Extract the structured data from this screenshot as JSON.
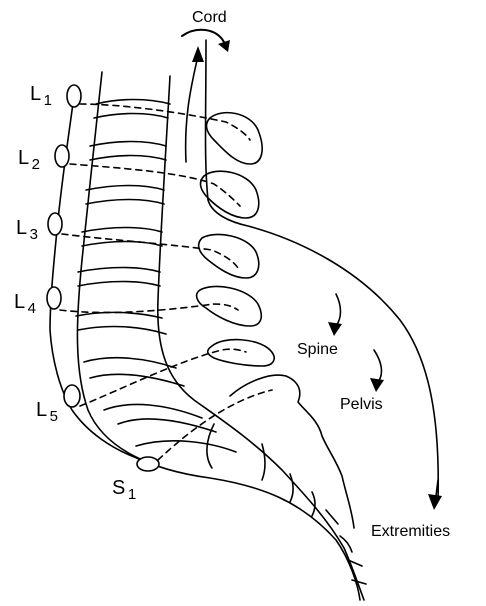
{
  "labels": {
    "cord": "Cord",
    "spine": "Spine",
    "pelvis": "Pelvis",
    "extremities": "Extremities"
  },
  "levels": [
    {
      "letter": "L",
      "number": "1"
    },
    {
      "letter": "L",
      "number": "2"
    },
    {
      "letter": "L",
      "number": "3"
    },
    {
      "letter": "L",
      "number": "4"
    },
    {
      "letter": "L",
      "number": "5"
    },
    {
      "letter": "S",
      "number": "1"
    }
  ],
  "colors": {
    "ink": "#000000",
    "background": "#ffffff"
  }
}
